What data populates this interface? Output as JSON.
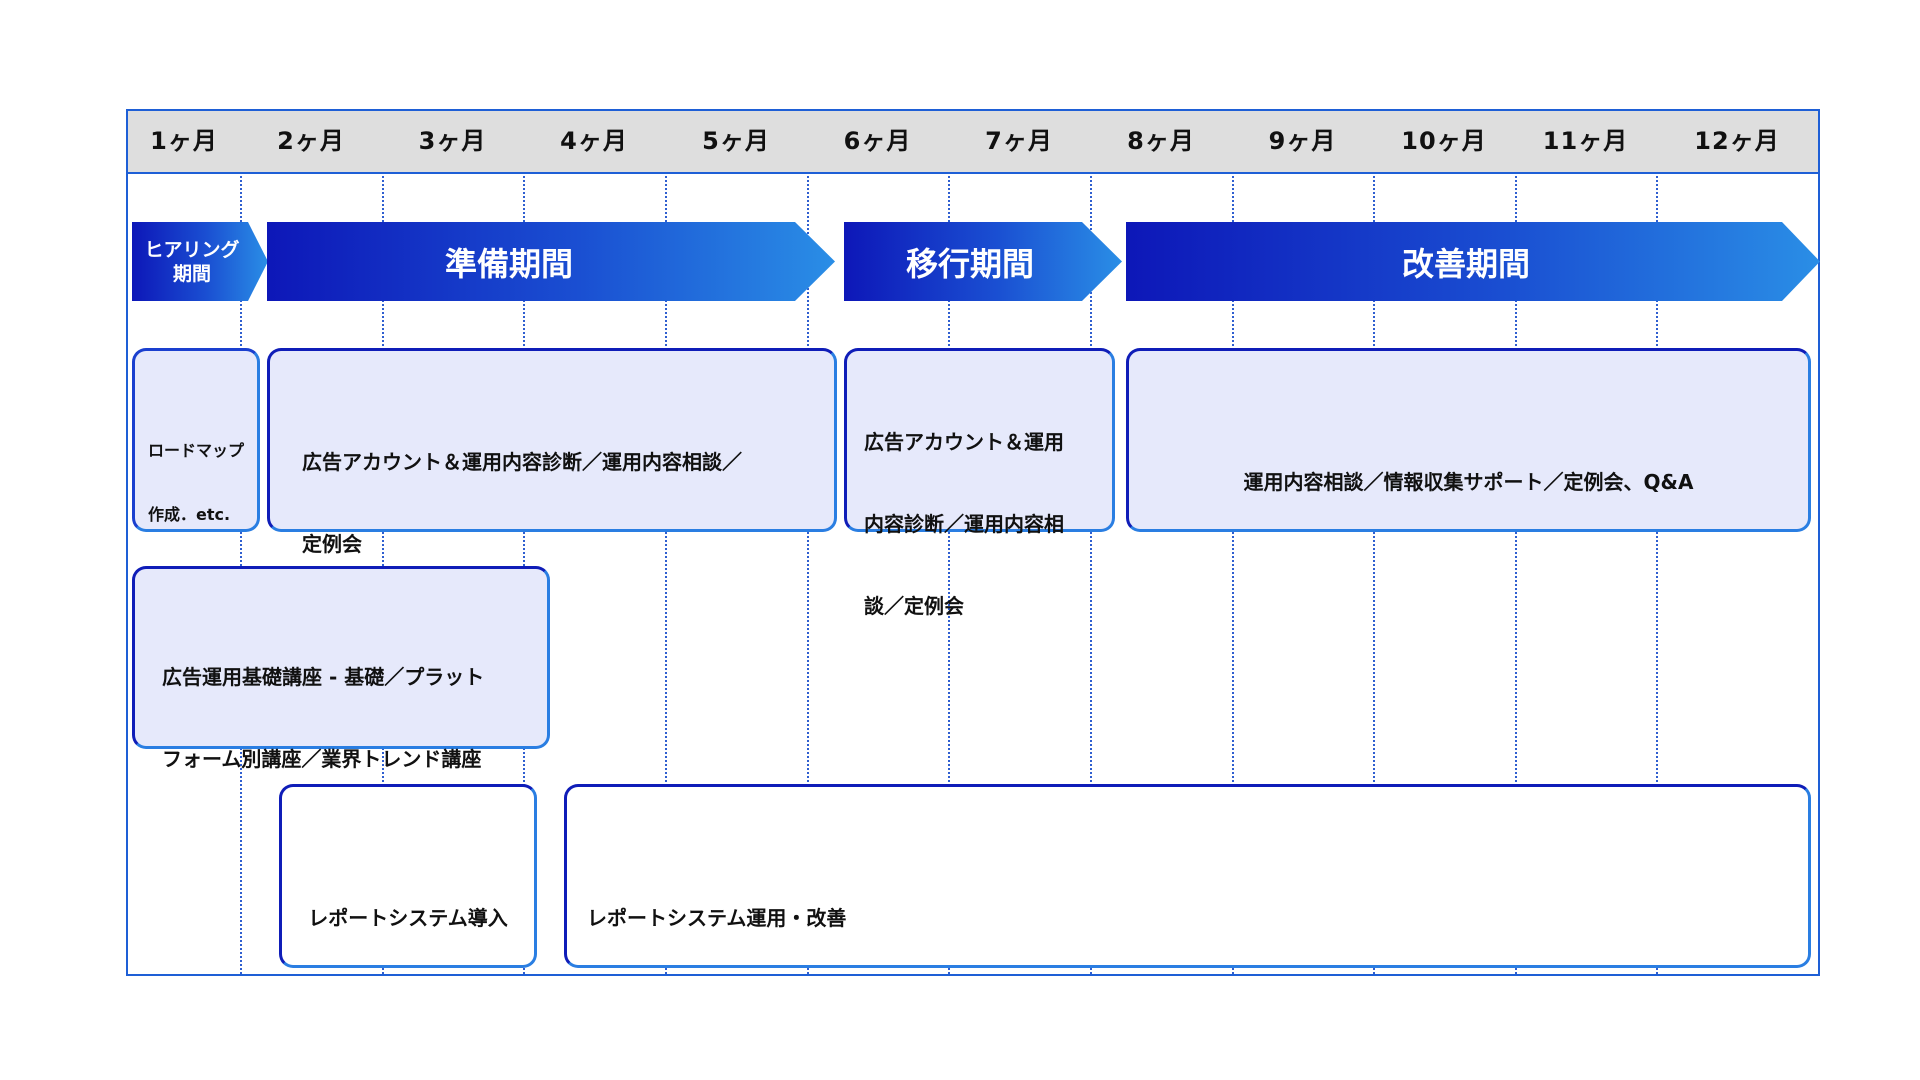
{
  "months": [
    "1ヶ月",
    "2ヶ月",
    "3ヶ月",
    "4ヶ月",
    "5ヶ月",
    "6ヶ月",
    "7ヶ月",
    "8ヶ月",
    "9ヶ月",
    "10ヶ月",
    "11ヶ月",
    "12ヶ月"
  ],
  "phases": {
    "hearing_line1": "ヒアリング",
    "hearing_line2": "期間",
    "preparation": "準備期間",
    "migration": "移行期間",
    "improvement": "改善期間"
  },
  "tasks": {
    "roadmap_line1": "ロードマップ",
    "roadmap_line2": "作成．etc.",
    "prep_diagnosis_line1": "広告アカウント＆運用内容診断／運用内容相談／",
    "prep_diagnosis_line2": "定例会",
    "migration_line1": "広告アカウント＆運用",
    "migration_line2": "内容診断／運用内容相",
    "migration_line3": "談／定例会",
    "improvement_consult": "運用内容相談／情報収集サポート／定例会、Q&A",
    "course_line1": "広告運用基礎講座 - 基礎／プラット",
    "course_line2": "フォーム別講座／業界トレンド講座",
    "report_intro": "レポートシステム導入",
    "report_operation": "レポートシステム運用・改善"
  },
  "colors": {
    "frame_border": "#1e5fd6",
    "header_bg": "#dedede",
    "phase_gradient_start": "#0d17b8",
    "phase_gradient_end": "#2a8ee6",
    "box_fill": "#e6e9fb"
  }
}
